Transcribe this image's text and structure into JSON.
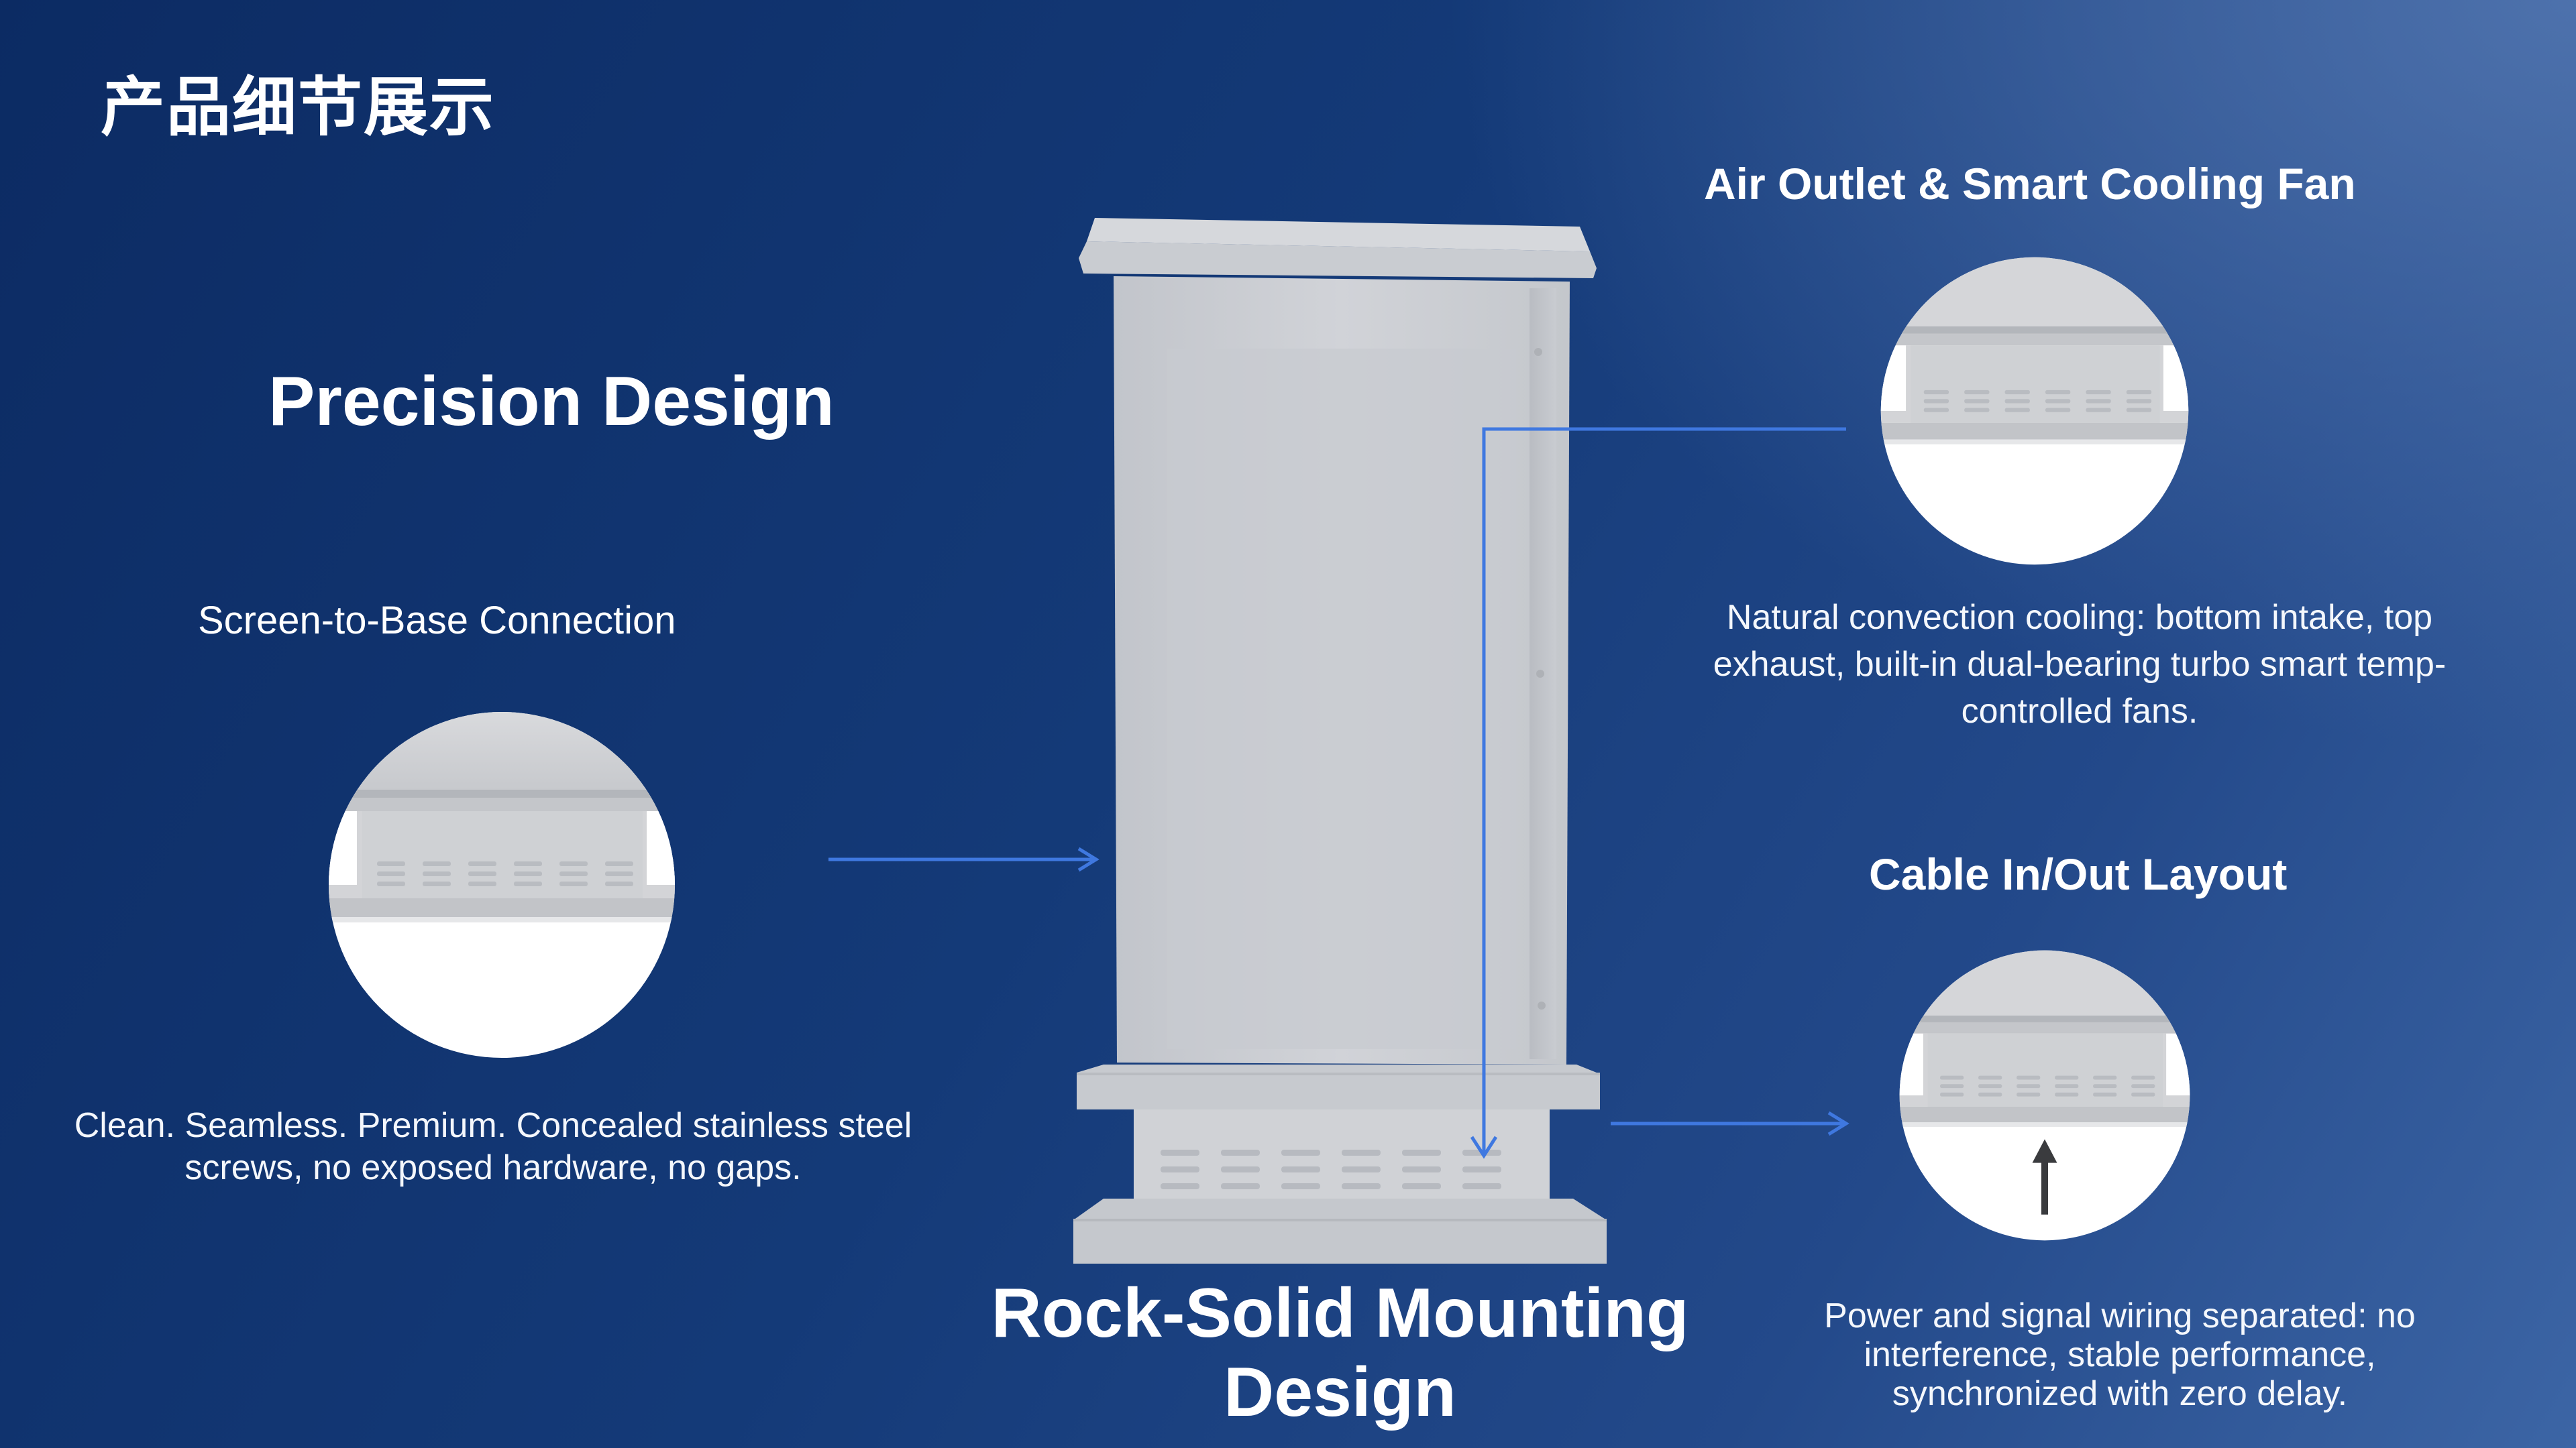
{
  "page": {
    "title": "产品细节展示"
  },
  "precision": {
    "title": "Precision Design",
    "label": "Screen-to-Base Connection",
    "description": "Clean. Seamless. Premium. Concealed stainless steel screws, no exposed hardware, no gaps."
  },
  "airflow": {
    "title": "Air Outlet & Smart Cooling Fan",
    "description": "Natural convection cooling: bottom intake, top exhaust, built-in dual-bearing turbo smart temp-controlled fans."
  },
  "cable": {
    "title": "Cable In/Out Layout",
    "description": "Power and signal wiring separated: no interference, stable performance, synchronized with zero delay."
  },
  "mounting": {
    "title": "Rock-Solid Mounting Design"
  },
  "colors": {
    "background_start": "#0c2b63",
    "background_end": "#3c65a5",
    "callout_line": "#3f78e0",
    "product_body": "#c9ccd2",
    "text": "#ffffff"
  },
  "icons": {
    "callout_arrow": "arrow-right-icon",
    "down_arrow": "arrow-down-icon",
    "cable_arrow": "arrow-up-icon"
  }
}
